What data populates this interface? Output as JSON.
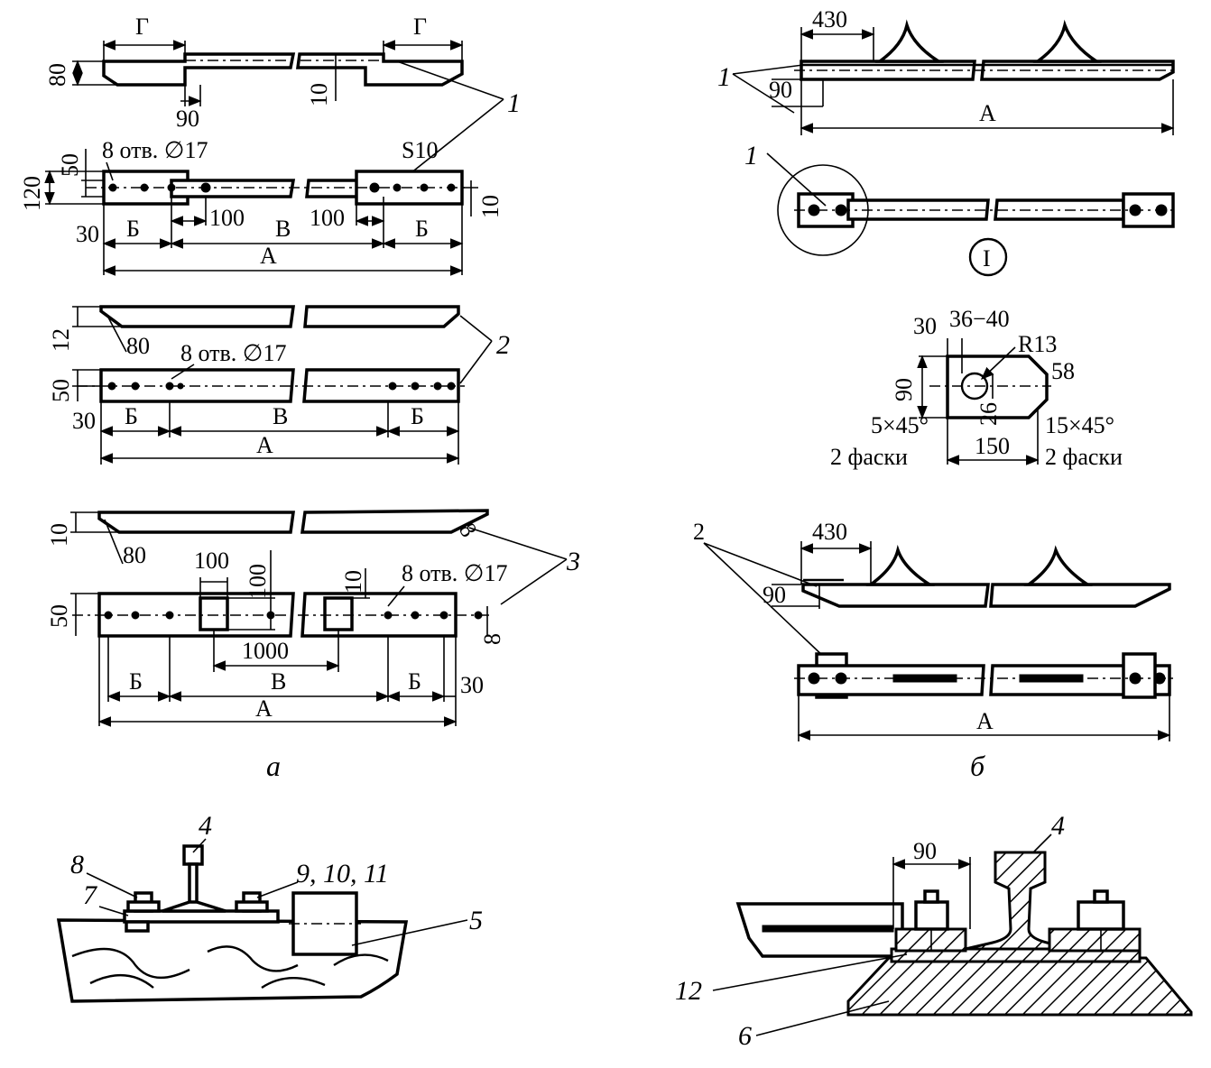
{
  "panel_a": {
    "caption": "а",
    "section1": {
      "dim_g_left": "Г",
      "dim_g_right": "Г",
      "dim_80": "80",
      "dim_90": "90",
      "dim_10": "10",
      "callout": "1",
      "holes": "8 отв. ∅17",
      "s10": "S10",
      "dim_50": "50",
      "dim_120": "120",
      "dim_30": "30",
      "dim_b_left": "Б",
      "dim_100_left": "100",
      "dim_v": "В",
      "dim_100_right": "100",
      "dim_b_right": "Б",
      "dim_10_right": "10",
      "dim_a": "А"
    },
    "section2": {
      "callout": "2",
      "dim_12": "12",
      "dim_80": "80",
      "holes": "8 отв. ∅17",
      "dim_50": "50",
      "dim_30": "30",
      "dim_b_left": "Б",
      "dim_v": "В",
      "dim_b_right": "Б",
      "dim_a": "А"
    },
    "section3": {
      "callout": "3",
      "dim_10": "10",
      "dim_80": "80",
      "dim_8_top": "8",
      "dim_100_h": "100",
      "dim_100_v": "100",
      "dim_10_small": "10",
      "holes": "8 отв. ∅17",
      "dim_50": "50",
      "dim_8_side": "8",
      "dim_1000": "1000",
      "dim_b_left": "Б",
      "dim_v": "В",
      "dim_b_right": "Б",
      "dim_30": "30",
      "dim_a": "А"
    }
  },
  "panel_b": {
    "caption": "б",
    "top": {
      "dim_430": "430",
      "callout_1_upper": "1",
      "dim_90": "90",
      "dim_a": "А",
      "callout_1_lower": "1",
      "detail_mark": "I"
    },
    "detail": {
      "dim_30": "30",
      "dim_36_40": "36−40",
      "radius": "R13",
      "dim_58": "58",
      "dim_90": "90",
      "dim_26": "26",
      "chamfer_left": "5×45°",
      "chamfer_left_note": "2 фаски",
      "dim_150": "150",
      "chamfer_right": "15×45°",
      "chamfer_right_note": "2 фаски"
    },
    "bottom": {
      "dim_430": "430",
      "callout_2": "2",
      "dim_90": "90",
      "dim_a": "А"
    }
  },
  "assembly_left": {
    "callout_4": "4",
    "callout_8": "8",
    "callout_7": "7",
    "callout_9_10_11": "9, 10, 11",
    "callout_5": "5"
  },
  "assembly_right": {
    "dim_90": "90",
    "callout_4": "4",
    "callout_12": "12",
    "callout_6": "6"
  }
}
